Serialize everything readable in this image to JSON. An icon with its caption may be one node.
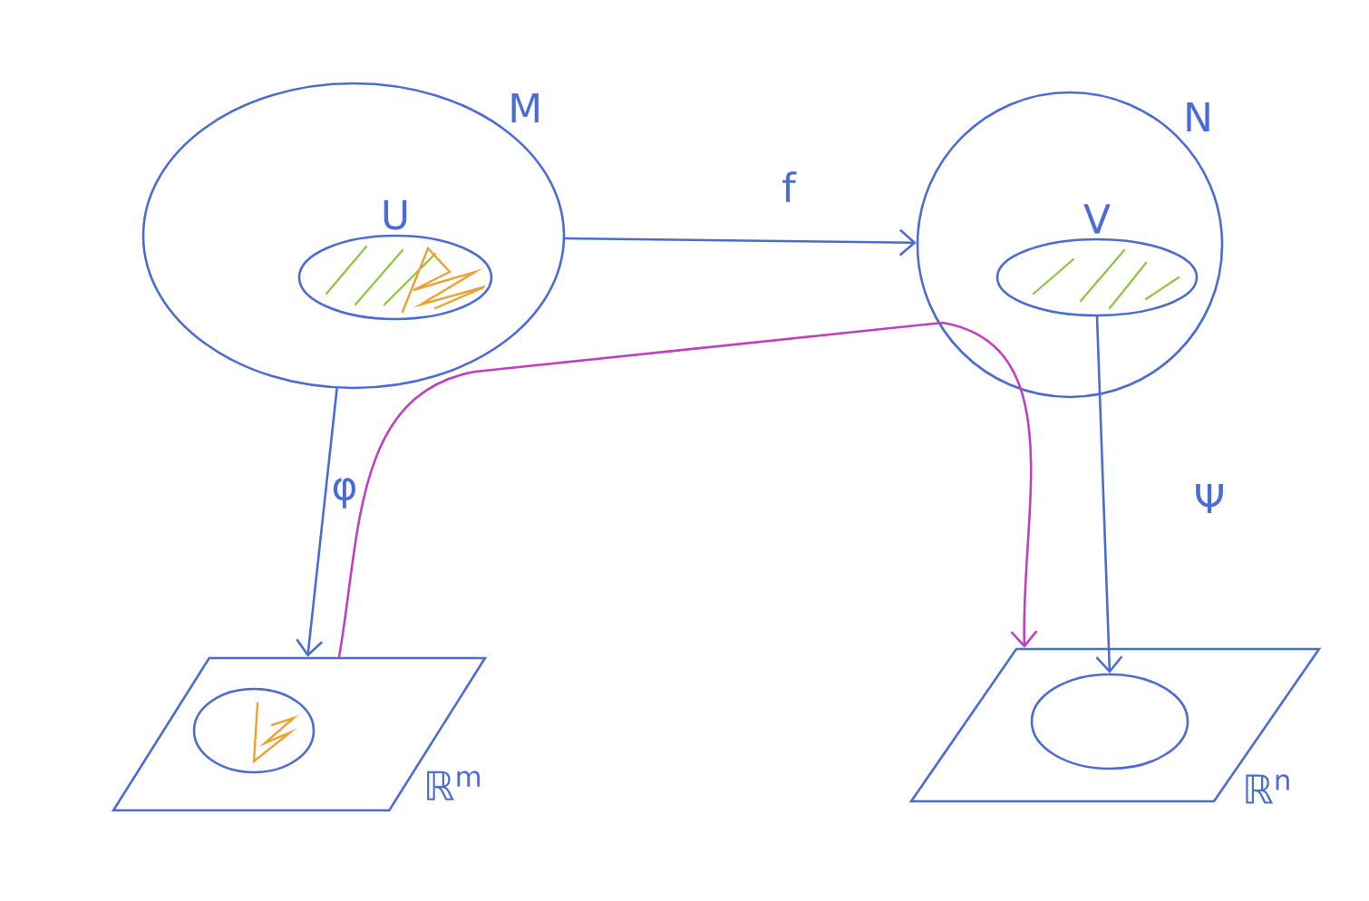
{
  "diagram": {
    "nodes": [
      {
        "text": [
          "M"
        ]
      },
      {
        "text": [
          "U"
        ],
        "in": 0
      },
      {
        "text": [
          "N"
        ]
      },
      {
        "text": [
          "V"
        ],
        "in": 2
      },
      {
        "text": [
          "ℝ$^{m}$"
        ]
      },
      {
        "text": [],
        "shape": "ellipse",
        "in": 4
      },
      {
        "text": [
          "ℝ$^{n}$"
        ]
      },
      {
        "text": [],
        "shape": "ellipse",
        "in": 6
      }
    ],
    "edges": [
      {
        "from": 0,
        "to": 2,
        "arrow": "to",
        "label": "f"
      },
      {
        "from": 0,
        "to": 4,
        "arrow": "to",
        "label": "φ"
      },
      {
        "from": 3,
        "to": 7,
        "arrow": "to",
        "label": "Ψ"
      },
      {
        "from": 4,
        "to": 6,
        "arrow": "to",
        "color": "#c040c0"
      }
    ]
  }
}
